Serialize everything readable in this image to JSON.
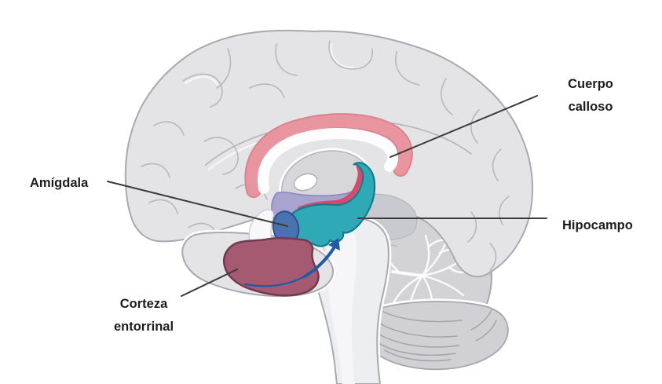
{
  "diagram": {
    "type": "anatomy-diagram",
    "subject": "sagittal human brain, limbic system structures",
    "language": "es",
    "background": "#ffffff"
  },
  "labels": {
    "cuerpo_calloso": {
      "line1": "Cuerpo",
      "line2": "calloso"
    },
    "amigdala": {
      "text": "Amígdala"
    },
    "hipocampo": {
      "text": "Hipocampo"
    },
    "corteza_entorrinal": {
      "line1": "Corteza",
      "line2": "entorrinal"
    }
  },
  "colors": {
    "cuerpo_calloso": "#e995a0",
    "cuerpo_calloso_edge": "#d8818d",
    "hipocampo": "#2fa9b5",
    "hipocampo_edge": "#157b8b",
    "fornix_stripe": "#d44b70",
    "amigdala": "#4a72ae",
    "amigdala_edge": "#2e508d",
    "corteza_entorrinal": "#a55a72",
    "corteza_entorrinal_edge": "#713a50",
    "talamo": "#a8a3cf",
    "talamo_edge": "#8a82bc",
    "arrow": "#1f5aa8",
    "leader_line": "#3a3a3a",
    "label_text": "#1d1d1f"
  }
}
